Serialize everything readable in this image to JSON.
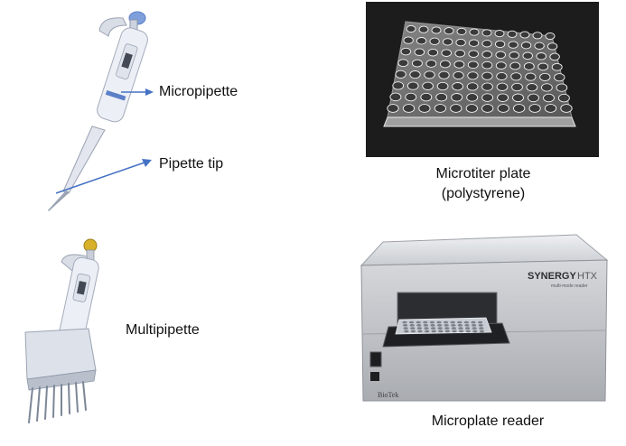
{
  "labels": {
    "micropipette": "Micropipette",
    "pipette_tip": "Pipette tip",
    "microtiter_line1": "Microtiter plate",
    "microtiter_line2": "(polystyrene)",
    "multipipette": "Multipipette",
    "reader": "Microplate reader"
  },
  "reader_branding": {
    "brand": "SYNERGY",
    "model": "HTX",
    "subtitle": "multi-mode reader",
    "maker": "BioTek"
  },
  "colors": {
    "arrow": "#4472c4",
    "photo_bg": "#1c1c1c",
    "pipette_body": "#e9ecf2",
    "pipette_accent": "#5b7fc7",
    "multipipette_knob": "#d8b12a"
  }
}
